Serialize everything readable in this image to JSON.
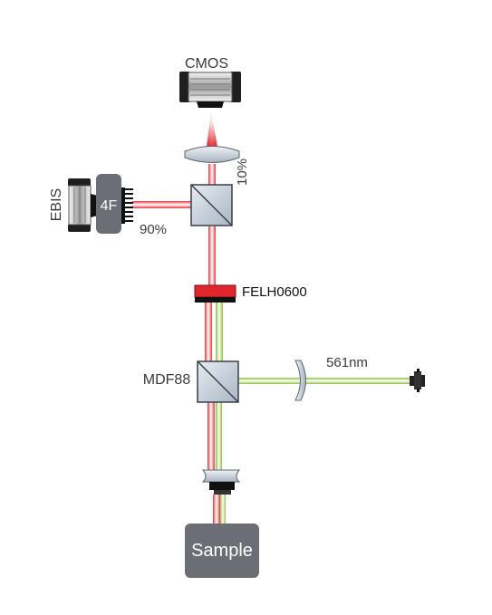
{
  "labels": {
    "cmos": "CMOS",
    "ebis": "EBIS",
    "four_f": "4F",
    "pct_10": "10%",
    "pct_90": "90%",
    "filter": "FELH0600",
    "dichroic": "MDF88",
    "laser_wavelength": "561nm",
    "sample": "Sample"
  },
  "colors": {
    "red_beam": "#e8343a",
    "green_beam": "#8cc43c",
    "filter_red": "#e0262d",
    "glass": "#c9d3de",
    "dark_gray": "#6b6e75",
    "camera_dark": "#1a1a1a"
  }
}
